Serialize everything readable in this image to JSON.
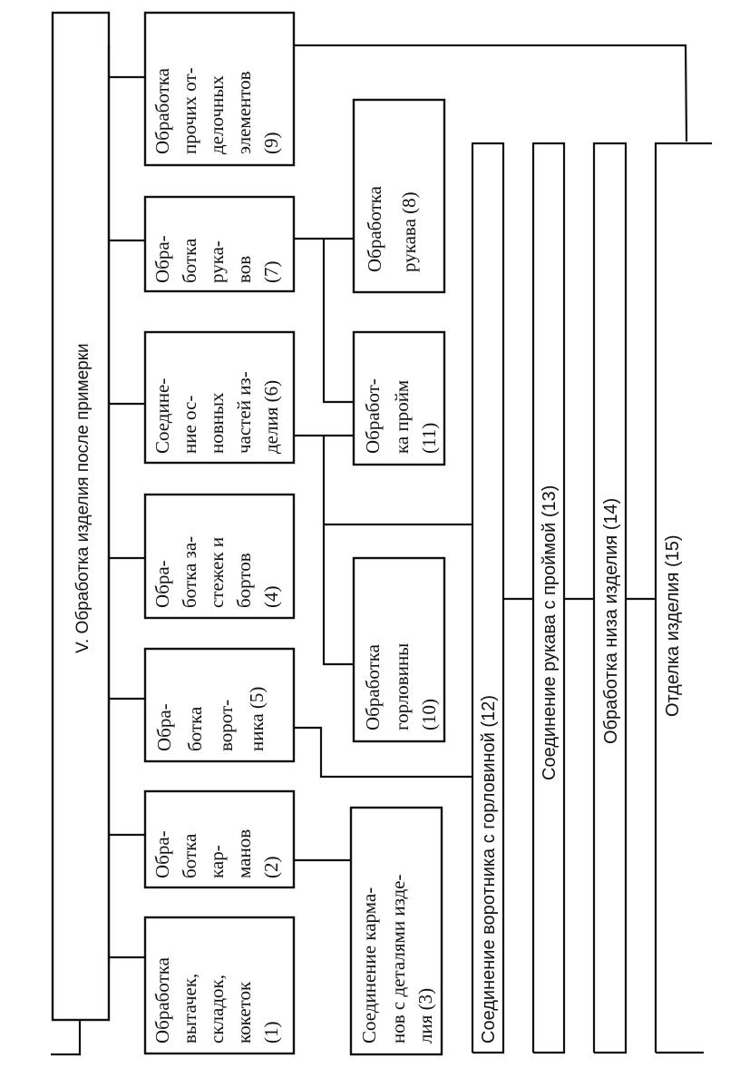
{
  "diagram": {
    "title": "V. Обработка изделия после примерки",
    "nodes": {
      "n1": {
        "lines": [
          "Обработка",
          "вытачек,",
          "складок,",
          "кокеток",
          "(1)"
        ]
      },
      "n2": {
        "lines": [
          "Обра-",
          "ботка",
          "кар-",
          "манов",
          "(2)"
        ]
      },
      "n3": {
        "lines": [
          "Соединение карма-",
          "нов с деталями изде-",
          "лия (3)"
        ]
      },
      "n4": {
        "lines": [
          "Обра-",
          "ботка за-",
          "стежек и",
          "бортов",
          "(4)"
        ]
      },
      "n5": {
        "lines": [
          "Обра-",
          "ботка",
          "ворот-",
          "ника (5)"
        ]
      },
      "n6": {
        "lines": [
          "Соедине-",
          "ние ос-",
          "новных",
          "частей из-",
          "делия (6)"
        ]
      },
      "n7": {
        "lines": [
          "Обра-",
          "ботка",
          "рука-",
          "вов",
          "(7)"
        ]
      },
      "n8": {
        "lines": [
          "Обработка",
          "рукава (8)"
        ]
      },
      "n9": {
        "lines": [
          "Обработка",
          "прочих от-",
          "делочных",
          "элементов",
          "(9)"
        ]
      },
      "n10": {
        "lines": [
          "Обработка",
          "горловины",
          "(10)"
        ]
      },
      "n11": {
        "lines": [
          "Обработ-",
          "ка пройм",
          "(11)"
        ]
      },
      "n12": {
        "label": "Соединение воротника с горловиной (12)"
      },
      "n13": {
        "label": "Соединение рукава с проймой (13)"
      },
      "n14": {
        "label": "Обработка низа изделия (14)"
      },
      "n15": {
        "label": "Отделка изделия (15)"
      }
    },
    "line_color": "#111111",
    "background": "#ffffff"
  }
}
